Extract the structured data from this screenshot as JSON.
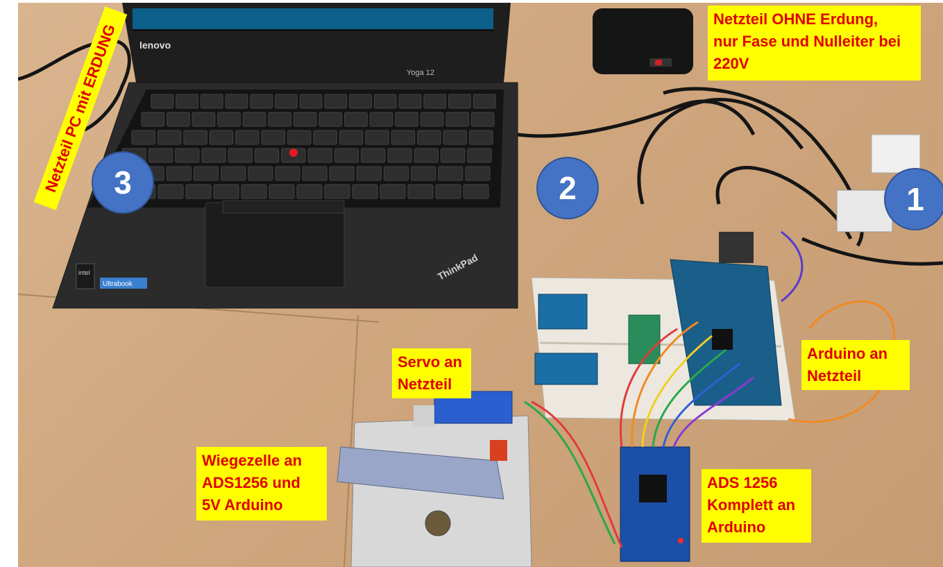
{
  "labels": {
    "netzteil_pc": "Netzteil PC mit ERDUNG",
    "netzteil_ohne": "Netzteil OHNE Erdung,\nnur Fase und Nulleiter bei\n220V",
    "servo": "Servo an\nNetzteil",
    "arduino": "Arduino an\nNetzteil",
    "wiegezelle": "Wiegezelle an\nADS1256 und\n5V Arduino",
    "ads": "ADS 1256\nKomplett an\nArduino"
  },
  "markers": [
    "1",
    "2",
    "3"
  ],
  "photo_text": {
    "laptop_brand": "lenovo",
    "laptop_model": "Yoga 12",
    "thinkpad": "ThinkPad",
    "ultrabook": "Ultrabook",
    "intel": "intel"
  },
  "colors": {
    "label_bg": "#ffff00",
    "label_text": "#e00000",
    "marker_bg": "#4472c4",
    "table": "#cfa67d",
    "laptop": "#2a2a2a"
  }
}
